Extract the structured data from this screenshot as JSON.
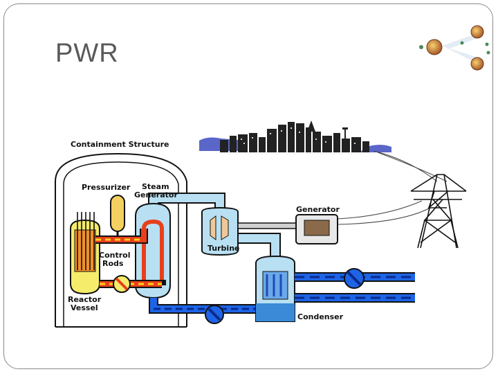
{
  "slide": {
    "title": "PWR"
  },
  "diagram": {
    "labels": {
      "containment": "Containment Structure",
      "pressurizer": "Pressurizer",
      "steam_generator_line1": "Steam",
      "steam_generator_line2": "Generator",
      "control_rods_line1": "Control",
      "control_rods_line2": "Rods",
      "reactor_vessel_line1": "Reactor",
      "reactor_vessel_line2": "Vessel",
      "turbine": "Turbine",
      "generator": "Generator",
      "condenser": "Condenser"
    },
    "colors": {
      "hot_coolant": "#e8401c",
      "coolant_dash": "#ffd21a",
      "cold_water": "#1e64e6",
      "steam": "#b8e0f2",
      "outline": "#1a1a1a",
      "reactor_yellow": "#f4ec6a",
      "core_orange": "#f0902a"
    }
  }
}
